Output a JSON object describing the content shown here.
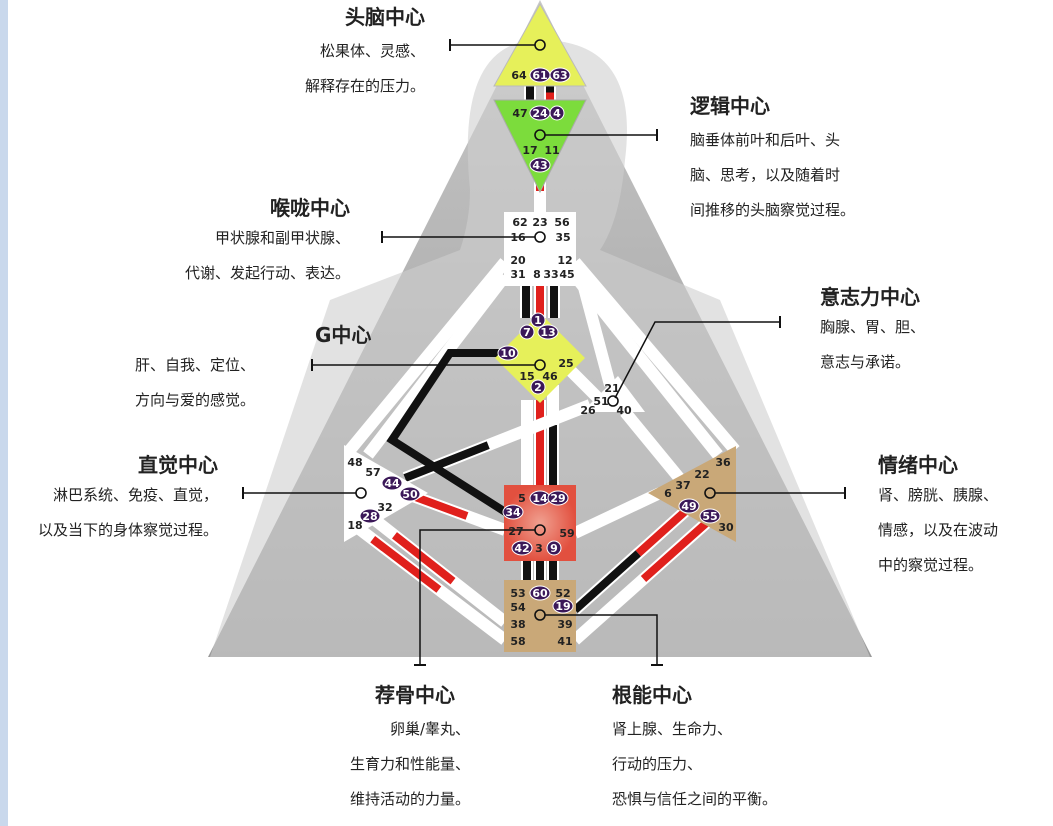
{
  "centers": {
    "head": {
      "title": "头脑中心",
      "desc": [
        "松果体、灵感、",
        "解释存在的压力。"
      ]
    },
    "ajna": {
      "title": "逻辑中心",
      "desc": [
        "脑垂体前叶和后叶、头",
        "脑、思考，以及随着时",
        "间推移的头脑察觉过程。"
      ]
    },
    "throat": {
      "title": "喉咙中心",
      "desc": [
        "甲状腺和副甲状腺、",
        "代谢、发起行动、表达。"
      ]
    },
    "g": {
      "title": "G中心",
      "desc": [
        "肝、自我、定位、",
        "方向与爱的感觉。"
      ]
    },
    "will": {
      "title": "意志力中心",
      "desc": [
        "胸腺、胃、胆、",
        "意志与承诺。"
      ]
    },
    "spleen": {
      "title": "直觉中心",
      "desc": [
        "淋巴系统、免疫、直觉，",
        "以及当下的身体察觉过程。"
      ]
    },
    "solar": {
      "title": "情绪中心",
      "desc": [
        "肾、膀胱、胰腺、",
        "情感，以及在波动",
        "中的察觉过程。"
      ]
    },
    "sacral": {
      "title": "荐骨中心",
      "desc": [
        "卵巢/睾丸、",
        "生育力和性能量、",
        "维持活动的力量。"
      ]
    },
    "root": {
      "title": "根能中心",
      "desc": [
        "肾上腺、生命力、",
        "行动的压力、",
        "恐惧与信任之间的平衡。"
      ]
    }
  },
  "gates": [
    {
      "n": "64",
      "a": false
    },
    {
      "n": "61",
      "a": true
    },
    {
      "n": "63",
      "a": true
    },
    {
      "n": "47",
      "a": false
    },
    {
      "n": "24",
      "a": true
    },
    {
      "n": "4",
      "a": true
    },
    {
      "n": "17",
      "a": false
    },
    {
      "n": "11",
      "a": false
    },
    {
      "n": "43",
      "a": true
    },
    {
      "n": "62",
      "a": false
    },
    {
      "n": "23",
      "a": false
    },
    {
      "n": "56",
      "a": false
    },
    {
      "n": "16",
      "a": false
    },
    {
      "n": "35",
      "a": false
    },
    {
      "n": "20",
      "a": false
    },
    {
      "n": "12",
      "a": false
    },
    {
      "n": "31",
      "a": false
    },
    {
      "n": "8",
      "a": false
    },
    {
      "n": "33",
      "a": false
    },
    {
      "n": "45",
      "a": false
    },
    {
      "n": "1",
      "a": true
    },
    {
      "n": "7",
      "a": true
    },
    {
      "n": "13",
      "a": true
    },
    {
      "n": "10",
      "a": true
    },
    {
      "n": "25",
      "a": false
    },
    {
      "n": "15",
      "a": false
    },
    {
      "n": "46",
      "a": false
    },
    {
      "n": "2",
      "a": true
    },
    {
      "n": "21",
      "a": false
    },
    {
      "n": "51",
      "a": false
    },
    {
      "n": "26",
      "a": false
    },
    {
      "n": "40",
      "a": false
    },
    {
      "n": "48",
      "a": false
    },
    {
      "n": "57",
      "a": false
    },
    {
      "n": "44",
      "a": true
    },
    {
      "n": "50",
      "a": true
    },
    {
      "n": "32",
      "a": false
    },
    {
      "n": "28",
      "a": true
    },
    {
      "n": "18",
      "a": false
    },
    {
      "n": "5",
      "a": false
    },
    {
      "n": "14",
      "a": true
    },
    {
      "n": "29",
      "a": true
    },
    {
      "n": "34",
      "a": true
    },
    {
      "n": "27",
      "a": false
    },
    {
      "n": "59",
      "a": false
    },
    {
      "n": "42",
      "a": true
    },
    {
      "n": "3",
      "a": false
    },
    {
      "n": "9",
      "a": true
    },
    {
      "n": "36",
      "a": false
    },
    {
      "n": "22",
      "a": false
    },
    {
      "n": "37",
      "a": false
    },
    {
      "n": "6",
      "a": false
    },
    {
      "n": "49",
      "a": true
    },
    {
      "n": "55",
      "a": true
    },
    {
      "n": "30",
      "a": false
    },
    {
      "n": "53",
      "a": false
    },
    {
      "n": "60",
      "a": true
    },
    {
      "n": "52",
      "a": false
    },
    {
      "n": "54",
      "a": false
    },
    {
      "n": "19",
      "a": true
    },
    {
      "n": "38",
      "a": false
    },
    {
      "n": "39",
      "a": false
    },
    {
      "n": "58",
      "a": false
    },
    {
      "n": "41",
      "a": false
    }
  ],
  "colors": {
    "head": "#e6f05a",
    "ajna": "#7cdc3c",
    "sacral": "#e8604f",
    "tan": "#c9a878",
    "active": "#3b1858",
    "red": "#e0201c",
    "black": "#111111",
    "bg": "#a9a9a9"
  }
}
